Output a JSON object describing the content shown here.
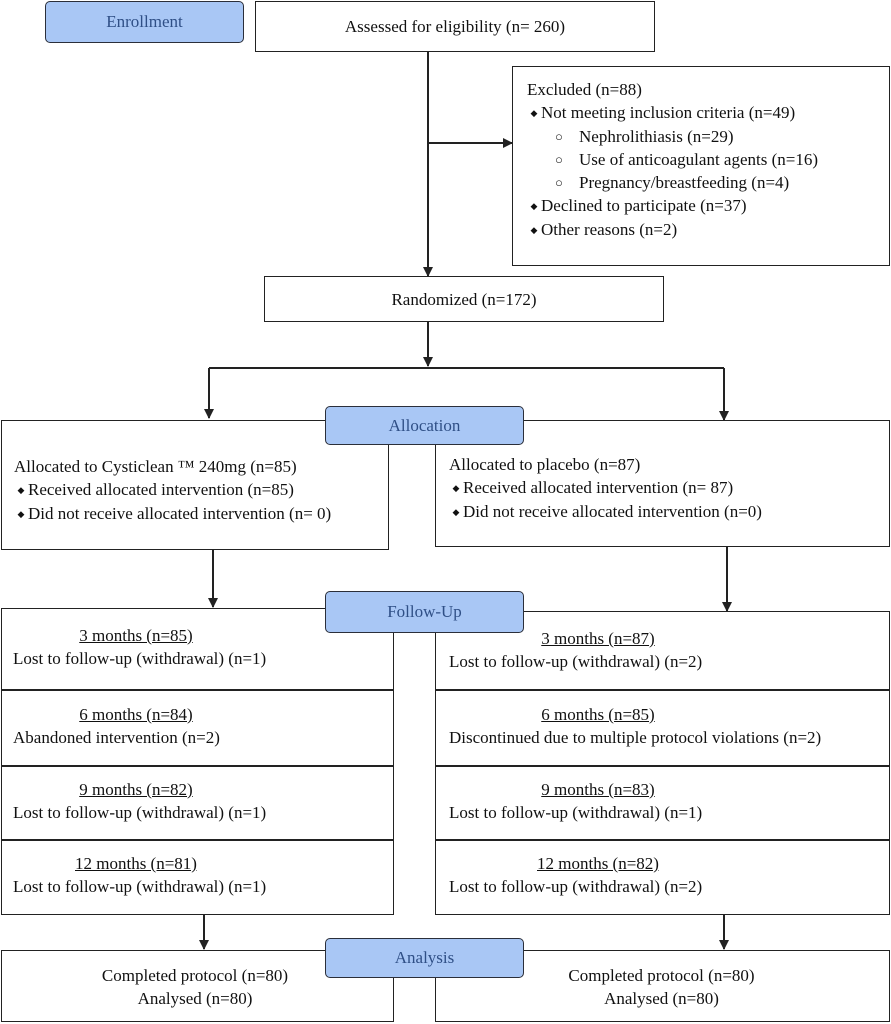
{
  "stages": {
    "enrollment": "Enrollment",
    "allocation": "Allocation",
    "followup": "Follow-Up",
    "analysis": "Analysis"
  },
  "eligibility": "Assessed for eligibility (n= 260)",
  "excluded": {
    "title": "Excluded (n=88)",
    "not_meeting": "Not meeting inclusion criteria (n=49)",
    "sub": [
      "Nephrolithiasis (n=29)",
      "Use of anticoagulant agents (n=16)",
      "Pregnancy/breastfeeding (n=4)"
    ],
    "declined": "Declined to participate (n=37)",
    "other": "Other reasons (n=2)"
  },
  "randomized": "Randomized (n=172)",
  "left": {
    "allocation": {
      "title": "Allocated to Cysticlean ™ 240mg (n=85)",
      "received": "Received allocated intervention (n=85)",
      "not_received": "Did not receive allocated intervention (n= 0)"
    },
    "followup": [
      {
        "period": "3 months (n=85)",
        "note": "Lost to follow-up (withdrawal) (n=1)"
      },
      {
        "period": "6 months (n=84)",
        "note": "Abandoned intervention (n=2)"
      },
      {
        "period": "9 months (n=82)",
        "note": "Lost to follow-up (withdrawal) (n=1)"
      },
      {
        "period": "12 months (n=81)",
        "note": "Lost to follow-up (withdrawal) (n=1)"
      }
    ],
    "analysis": {
      "completed": "Completed protocol (n=80)",
      "analysed": "Analysed (n=80)"
    }
  },
  "right": {
    "allocation": {
      "title": "Allocated to placebo (n=87)",
      "received": "Received allocated intervention (n= 87)",
      "not_received": "Did not receive allocated intervention  (n=0)"
    },
    "followup": [
      {
        "period": "3 months (n=87)",
        "note": "Lost to follow-up (withdrawal) (n=2)"
      },
      {
        "period": "6 months (n=85)",
        "note": "Discontinued due to multiple protocol violations (n=2)"
      },
      {
        "period": "9 months (n=83)",
        "note": "Lost to follow-up (withdrawal) (n=1)"
      },
      {
        "period": "12 months (n=82)",
        "note": "Lost to follow-up (withdrawal) (n=2)"
      }
    ],
    "analysis": {
      "completed": "Completed protocol (n=80)",
      "analysed": "Analysed (n=80)"
    }
  },
  "colors": {
    "stage_fill": "#a9c7f5",
    "stage_text": "#2f4f86",
    "line": "#222222"
  }
}
